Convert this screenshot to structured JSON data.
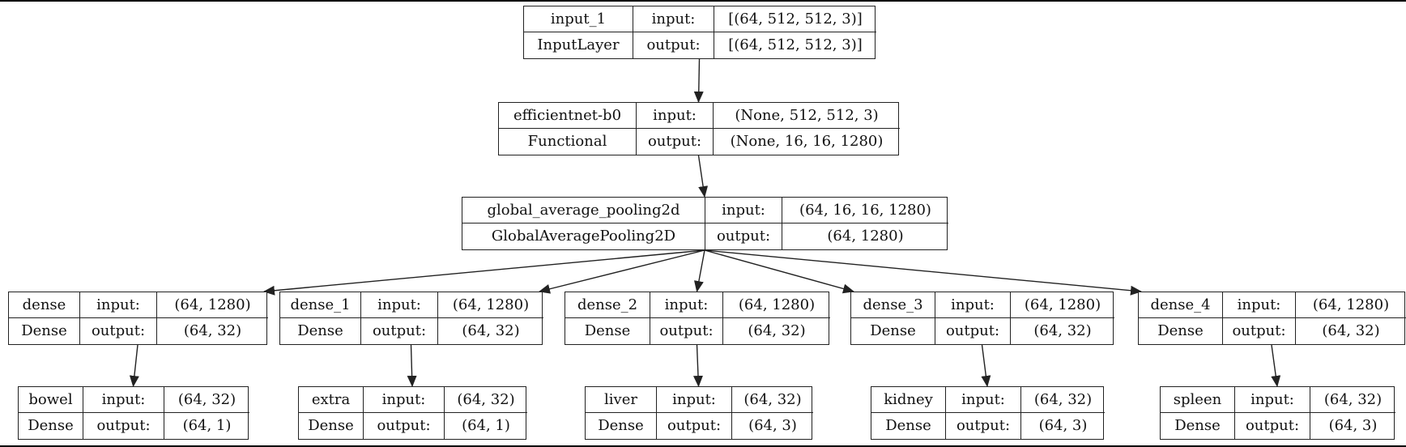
{
  "edge_color": "#222222",
  "nodes": [
    {
      "id": "input_1",
      "name": "input_1",
      "type": "InputLayer",
      "input_label": "input:",
      "output_label": "output:",
      "input_shape": "[(64, 512, 512, 3)]",
      "output_shape": "[(64, 512, 512, 3)]"
    },
    {
      "id": "efficientnet",
      "name": "efficientnet-b0",
      "type": "Functional",
      "input_label": "input:",
      "output_label": "output:",
      "input_shape": "(None, 512, 512, 3)",
      "output_shape": "(None, 16, 16, 1280)"
    },
    {
      "id": "gap",
      "name": "global_average_pooling2d",
      "type": "GlobalAveragePooling2D",
      "input_label": "input:",
      "output_label": "output:",
      "input_shape": "(64, 16, 16, 1280)",
      "output_shape": "(64, 1280)"
    },
    {
      "id": "dense",
      "name": "dense",
      "type": "Dense",
      "input_label": "input:",
      "output_label": "output:",
      "input_shape": "(64, 1280)",
      "output_shape": "(64, 32)"
    },
    {
      "id": "dense_1",
      "name": "dense_1",
      "type": "Dense",
      "input_label": "input:",
      "output_label": "output:",
      "input_shape": "(64, 1280)",
      "output_shape": "(64, 32)"
    },
    {
      "id": "dense_2",
      "name": "dense_2",
      "type": "Dense",
      "input_label": "input:",
      "output_label": "output:",
      "input_shape": "(64, 1280)",
      "output_shape": "(64, 32)"
    },
    {
      "id": "dense_3",
      "name": "dense_3",
      "type": "Dense",
      "input_label": "input:",
      "output_label": "output:",
      "input_shape": "(64, 1280)",
      "output_shape": "(64, 32)"
    },
    {
      "id": "dense_4",
      "name": "dense_4",
      "type": "Dense",
      "input_label": "input:",
      "output_label": "output:",
      "input_shape": "(64, 1280)",
      "output_shape": "(64, 32)"
    },
    {
      "id": "bowel",
      "name": "bowel",
      "type": "Dense",
      "input_label": "input:",
      "output_label": "output:",
      "input_shape": "(64, 32)",
      "output_shape": "(64, 1)"
    },
    {
      "id": "extra",
      "name": "extra",
      "type": "Dense",
      "input_label": "input:",
      "output_label": "output:",
      "input_shape": "(64, 32)",
      "output_shape": "(64, 1)"
    },
    {
      "id": "liver",
      "name": "liver",
      "type": "Dense",
      "input_label": "input:",
      "output_label": "output:",
      "input_shape": "(64, 32)",
      "output_shape": "(64, 3)"
    },
    {
      "id": "kidney",
      "name": "kidney",
      "type": "Dense",
      "input_label": "input:",
      "output_label": "output:",
      "input_shape": "(64, 32)",
      "output_shape": "(64, 3)"
    },
    {
      "id": "spleen",
      "name": "spleen",
      "type": "Dense",
      "input_label": "input:",
      "output_label": "output:",
      "input_shape": "(64, 32)",
      "output_shape": "(64, 3)"
    }
  ],
  "edges": [
    {
      "from": "input_1",
      "to": "efficientnet"
    },
    {
      "from": "efficientnet",
      "to": "gap"
    },
    {
      "from": "gap",
      "to": "dense"
    },
    {
      "from": "gap",
      "to": "dense_1"
    },
    {
      "from": "gap",
      "to": "dense_2"
    },
    {
      "from": "gap",
      "to": "dense_3"
    },
    {
      "from": "gap",
      "to": "dense_4"
    },
    {
      "from": "dense",
      "to": "bowel"
    },
    {
      "from": "dense_1",
      "to": "extra"
    },
    {
      "from": "dense_2",
      "to": "liver"
    },
    {
      "from": "dense_3",
      "to": "kidney"
    },
    {
      "from": "dense_4",
      "to": "spleen"
    }
  ]
}
